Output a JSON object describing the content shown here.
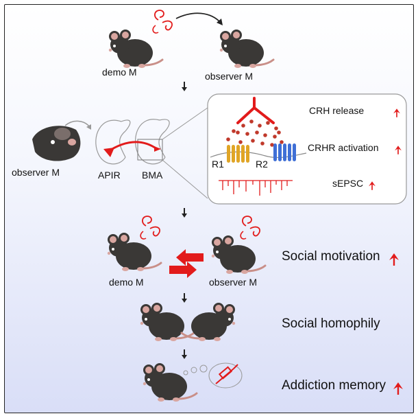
{
  "top": {
    "demo_label": "demo M",
    "observer_label": "observer M"
  },
  "circuit": {
    "observer_label": "observer M",
    "region_left": "APIR",
    "region_right": "BMA",
    "receptor_1": "R1",
    "receptor_2": "R2",
    "crh_release": "CRH release",
    "crhr_activation": "CRHR activation",
    "sepsc": "sEPSC"
  },
  "interaction": {
    "demo_label": "demo M",
    "observer_label": "observer M"
  },
  "outcomes": {
    "social_motivation": "Social motivation",
    "social_homophily": "Social homophily",
    "addiction_memory": "Addiction memory"
  },
  "colors": {
    "accent_red": "#e21b1b",
    "mouse_body": "#3a3836",
    "mouse_ear": "#d9a6a0",
    "receptor_r1": "#e0a526",
    "receptor_r2": "#3f6fd6"
  }
}
